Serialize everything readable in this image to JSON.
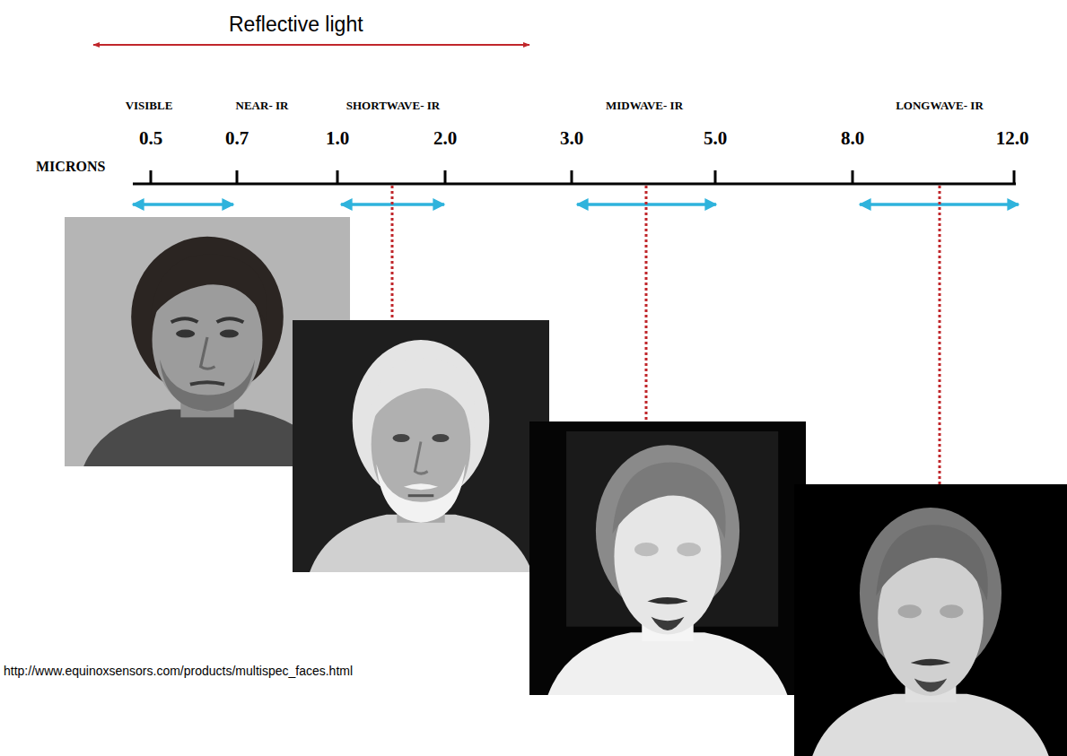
{
  "diagram": {
    "labels": [
      "Reflective light",
      "VISIBLE",
      "NEAR- IR",
      "SHORTWAVE- IR",
      "MIDWAVE- IR",
      "LONGWAVE- IR",
      "0.5",
      "0.7",
      "1.0",
      "2.0",
      "3.0",
      "5.0",
      "8.0",
      "12.0",
      "MICRONS",
      "http://www.equinoxsensors.com/products/multispec_faces.html"
    ]
  }
}
